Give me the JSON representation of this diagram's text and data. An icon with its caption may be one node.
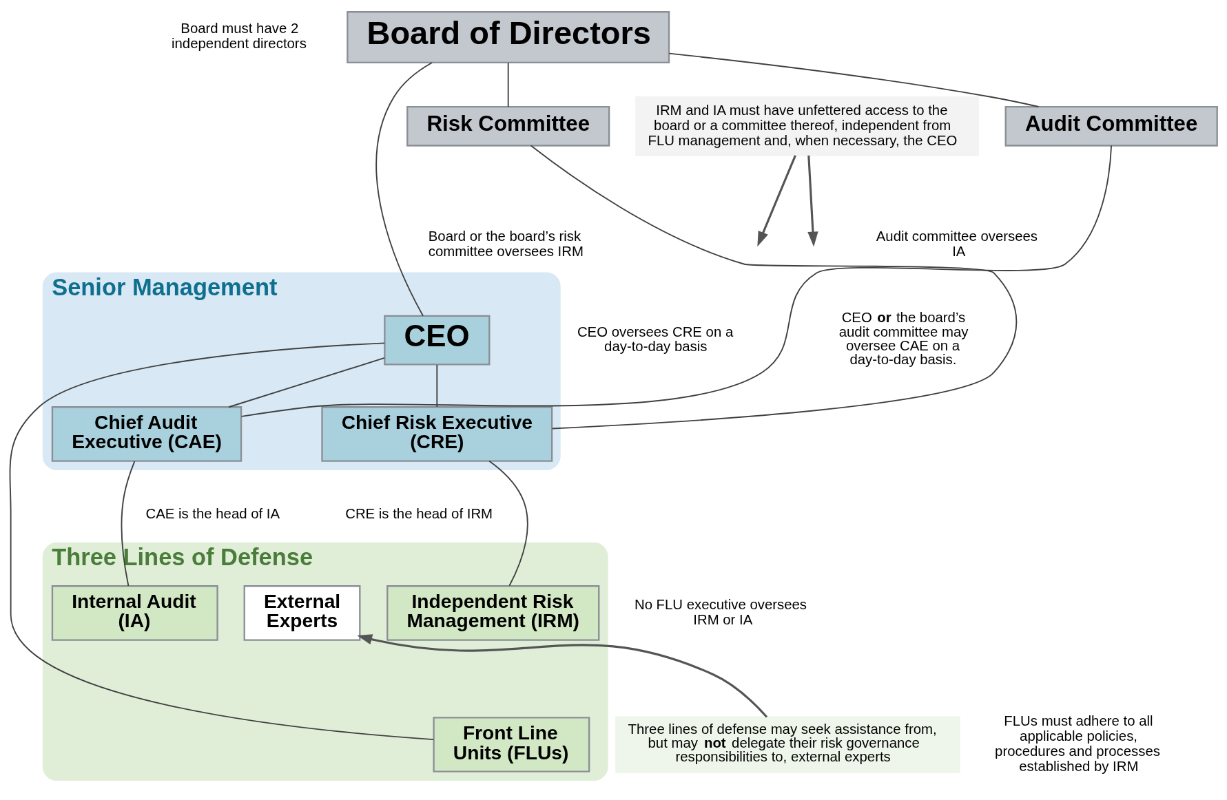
{
  "diagram": {
    "nodes": [
      {
        "text": [
          "Board of Directors"
        ]
      },
      {
        "text": [
          "Risk Committee"
        ]
      },
      {
        "text": [
          "Audit Committee"
        ]
      },
      {
        "text": [
          "Senior Management"
        ]
      },
      {
        "text": [
          "CEO"
        ],
        "in": 3
      },
      {
        "text": [
          "Chief Risk Executive (CRE)"
        ],
        "in": 3
      },
      {
        "text": [
          "Chief Audit Executive (CAE)"
        ],
        "in": 3
      },
      {
        "text": [
          "Three Lines of Defense"
        ]
      },
      {
        "text": [
          "Independent Risk Management (IRM)"
        ],
        "in": 7
      },
      {
        "text": [
          "Internal Audit (IA)"
        ],
        "in": 7
      },
      {
        "text": [
          "External Experts"
        ],
        "in": 7
      },
      {
        "text": [
          "Front Line Units (FLUs)"
        ],
        "in": 7
      },
      {
        "text": [
          "IRM and IA must have unfettered access to the board or a committee thereof, independent from FLU management and, when necessary, the CEO"
        ]
      },
      {
        "text": [
          "Three lines of defense may seek assistance from, but may **not** delegate their risk governance responsibilities to, external experts"
        ]
      }
    ],
    "edges": [
      {
        "from": 0,
        "to": 1,
        "arrow": "none"
      },
      {
        "from": 0,
        "to": 2,
        "arrow": "none"
      },
      {
        "from": 0,
        "to": 4,
        "arrow": "none"
      },
      {
        "from": 1,
        "to": 5,
        "arrow": "none"
      },
      {
        "from": 2,
        "to": 6,
        "arrow": "none"
      },
      {
        "from": 4,
        "to": 5,
        "arrow": "none"
      },
      {
        "from": 4,
        "to": 6,
        "arrow": "none"
      },
      {
        "from": 4,
        "to": 11,
        "arrow": "none"
      },
      {
        "from": 5,
        "to": 8,
        "arrow": "none"
      },
      {
        "from": 6,
        "to": 9,
        "arrow": "none"
      },
      {
        "from": 12,
        "to": null,
        "arrow": "to"
      },
      {
        "from": 12,
        "to": null,
        "arrow": "to"
      },
      {
        "from": 13,
        "to": 10,
        "arrow": "to"
      }
    ],
    "labels": [
      "Board must have 2 independent directors",
      "Board or the board’s risk committee oversees IRM",
      "Audit committee oversees IA",
      "CEO oversees CRE on a day-to-day basis",
      "CEO **or** the board’s audit committee may oversee CAE on a day-to-day basis.",
      "CRE is the head of IRM",
      "CAE is the head of IA",
      "No FLU executive oversees IRM or IA",
      "FLUs must adhere to all applicable policies, procedures and processes established by IRM"
    ]
  }
}
